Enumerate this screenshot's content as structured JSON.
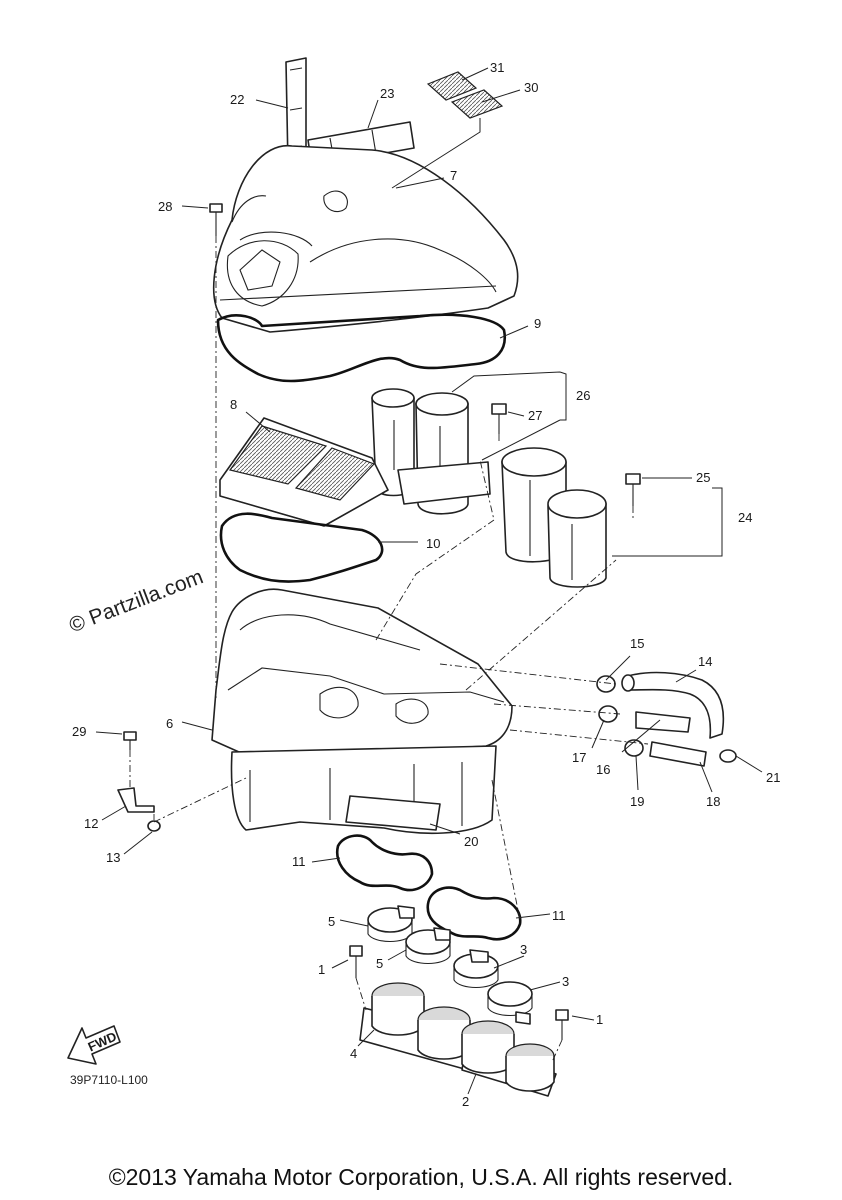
{
  "diagram": {
    "watermark": "© Partzilla.com",
    "drawing_code": "39P7110-L100",
    "fwd_label": "FWD",
    "copyright": "©2013 Yamaha Motor Corporation, U.S.A. All rights reserved.",
    "callouts": {
      "c31": "31",
      "c30": "30",
      "c22": "22",
      "c23": "23",
      "c7": "7",
      "c28": "28",
      "c9": "9",
      "c26": "26",
      "c27": "27",
      "c8": "8",
      "c25": "25",
      "c24": "24",
      "c10": "10",
      "c15": "15",
      "c14": "14",
      "c6": "6",
      "c29": "29",
      "c17": "17",
      "c16": "16",
      "c19": "19",
      "c18": "18",
      "c21": "21",
      "c12": "12",
      "c13": "13",
      "c20": "20",
      "c11a": "11",
      "c11b": "11",
      "c5a": "5",
      "c5b": "5",
      "c3a": "3",
      "c3b": "3",
      "c1a": "1",
      "c1b": "1",
      "c4": "4",
      "c2": "2"
    }
  }
}
